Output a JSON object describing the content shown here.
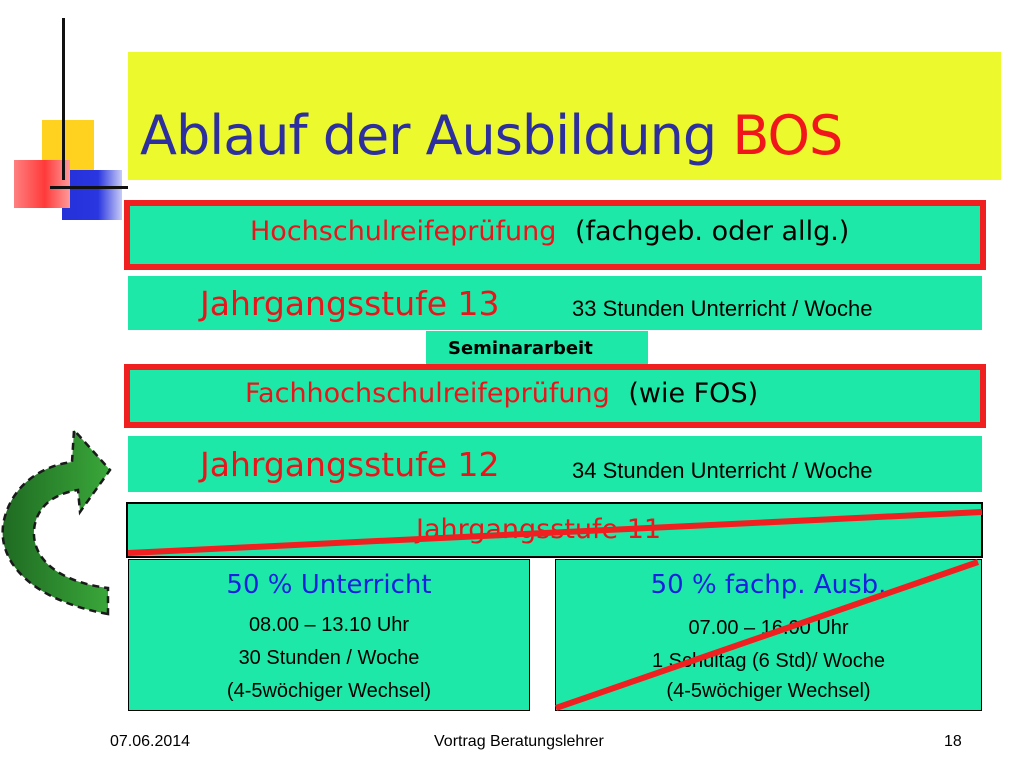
{
  "title": {
    "main": "Ablauf der Ausbildung",
    "accent": "BOS"
  },
  "rows": {
    "hochschul": {
      "label": "Hochschulreifeprüfung",
      "note": "(fachgeb. oder allg.)"
    },
    "stufe13": {
      "label": "Jahrgangsstufe 13",
      "note": "33 Stunden Unterricht / Woche"
    },
    "seminar": {
      "label": "Seminararbeit"
    },
    "fachhoch": {
      "label": "Fachhochschulreifeprüfung",
      "note": "(wie FOS)"
    },
    "stufe12": {
      "label": "Jahrgangsstufe 12",
      "note": "34 Stunden Unterricht / Woche"
    },
    "stufe11": {
      "label": "Jahrgangsstufe 11"
    }
  },
  "left_box": {
    "heading": "50 % Unterricht",
    "line1": "08.00 – 13.10 Uhr",
    "line2": "30 Stunden / Woche",
    "line3": "(4-5wöchiger Wechsel)"
  },
  "right_box": {
    "heading": "50 % fachp. Ausb.",
    "line1": "07.00 – 16.00 Uhr",
    "line2": "1 Schultag (6 Std)/ Woche",
    "line3": "(4-5wöchiger Wechsel)"
  },
  "footer": {
    "date": "07.06.2014",
    "center": "Vortrag Beratungslehrer",
    "page": "18"
  },
  "colors": {
    "box": "#1ee8a8",
    "title_bar": "#ecf92d",
    "red": "#f02020",
    "title_blue": "#2e2f9e"
  }
}
